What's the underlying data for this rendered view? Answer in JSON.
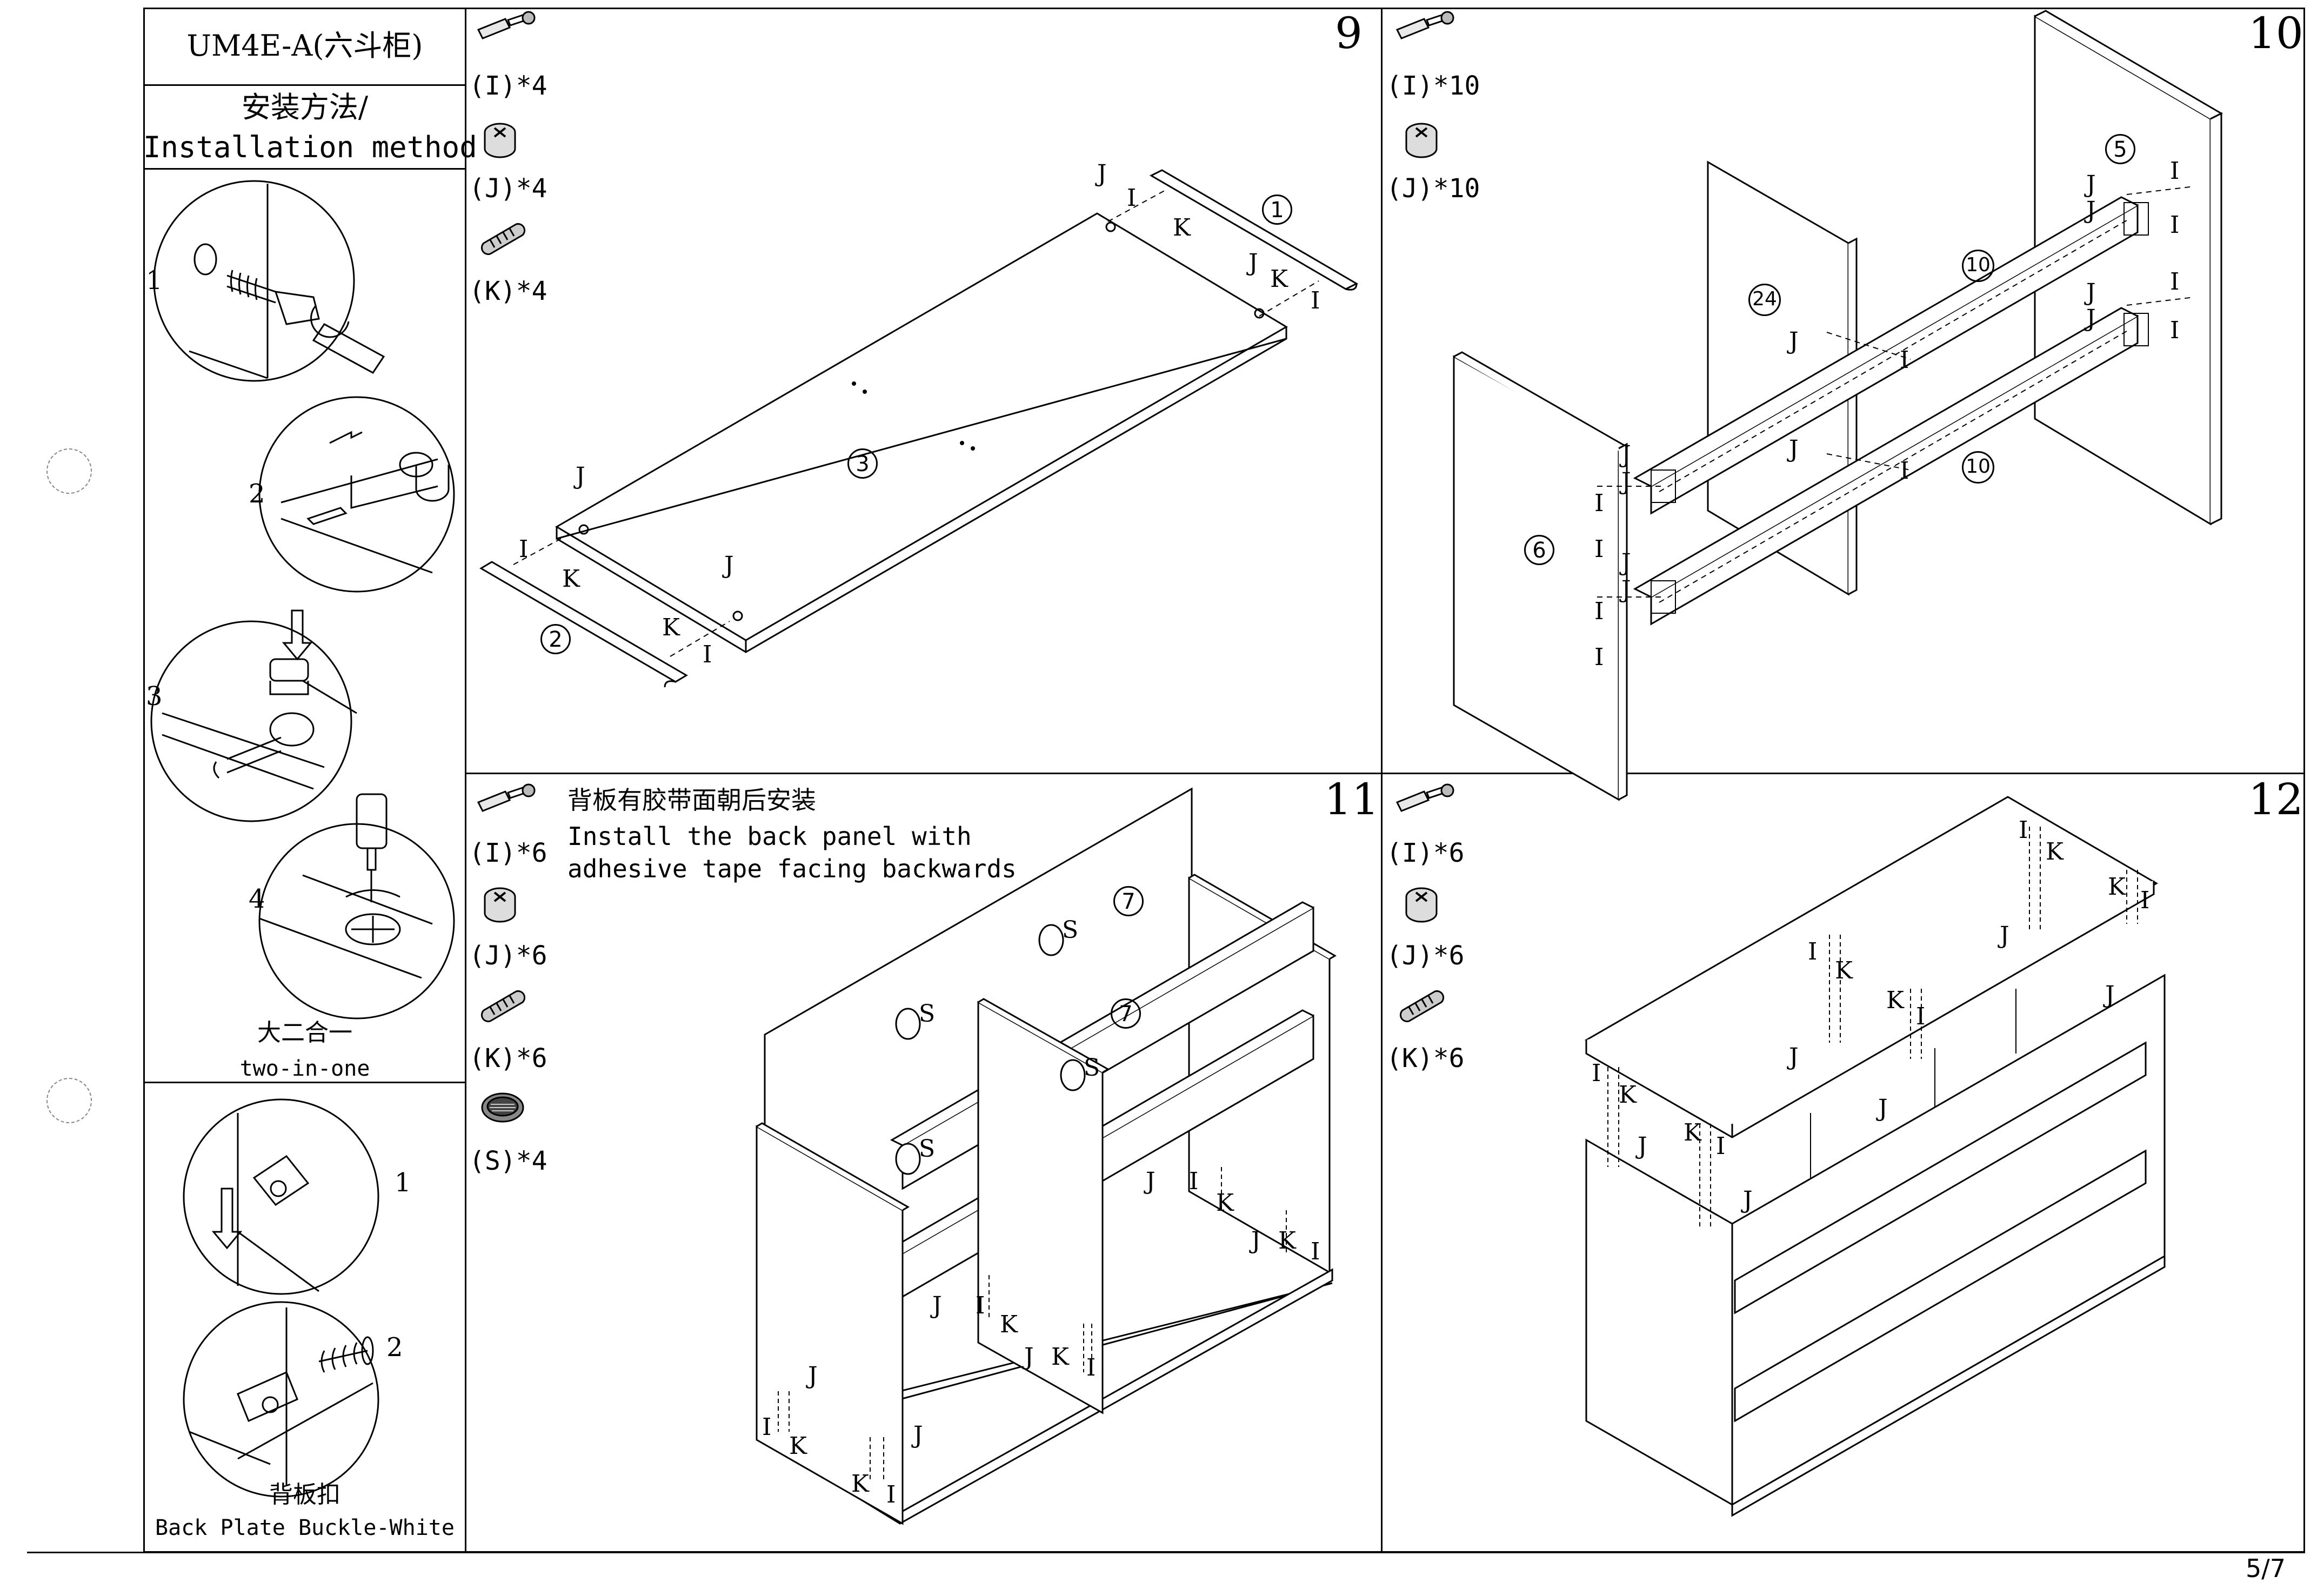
{
  "page": {
    "model_title": "UM4E-A(六斗柜)",
    "page_number": "5/7"
  },
  "sidebar": {
    "heading_cn": "安装方法/",
    "heading_en": "Installation method",
    "two_in_one": {
      "steps": [
        "1",
        "2",
        "3",
        "4"
      ],
      "caption_cn": "大二合一",
      "caption_en": "two-in-one"
    },
    "buckle": {
      "steps": [
        "1",
        "2"
      ],
      "caption_cn": "背板扣",
      "caption_en": "Back Plate Buckle-White"
    }
  },
  "steps": [
    {
      "number": "9",
      "hardware": [
        "(I)*4",
        "(J)*4",
        "(K)*4"
      ],
      "parts": [
        "1",
        "2",
        "3"
      ],
      "letters": {
        "J": "J",
        "I": "I",
        "K": "K"
      }
    },
    {
      "number": "10",
      "hardware": [
        "(I)*10",
        "(J)*10"
      ],
      "parts": [
        "5",
        "24",
        "10",
        "10",
        "6"
      ],
      "letters": {
        "J": "J",
        "I": "I"
      }
    },
    {
      "number": "11",
      "hardware": [
        "(I)*6",
        "(J)*6",
        "(K)*6",
        "(S)*4"
      ],
      "note_cn": "背板有胶带面朝后安装",
      "note_en_1": "Install the back panel with",
      "note_en_2": "adhesive tape facing backwards",
      "parts": [
        "7",
        "7"
      ],
      "letters": {
        "J": "J",
        "I": "I",
        "K": "K",
        "S": "S"
      }
    },
    {
      "number": "12",
      "hardware": [
        "(I)*6",
        "(J)*6",
        "(K)*6"
      ],
      "letters": {
        "J": "J",
        "I": "I",
        "K": "K"
      }
    }
  ]
}
